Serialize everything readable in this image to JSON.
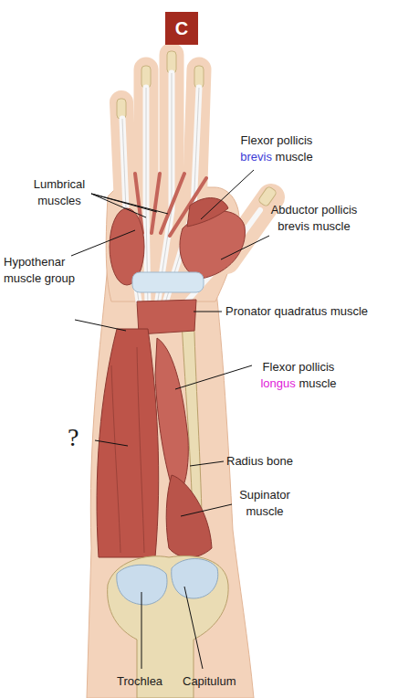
{
  "diagram": {
    "nodes": [
      {
        "text": [
          "C"
        ]
      }
    ],
    "labels": [
      "Flexor pollicis brevis muscle",
      "Lumbrical muscles",
      "Abductor pollicis brevis muscle",
      "Hypothenar muscle group",
      "Pronator quadratus muscle",
      "Flexor pollicis longus muscle",
      "?",
      "Radius bone",
      "Supinator muscle",
      "Trochlea",
      "Capitulum"
    ]
  }
}
